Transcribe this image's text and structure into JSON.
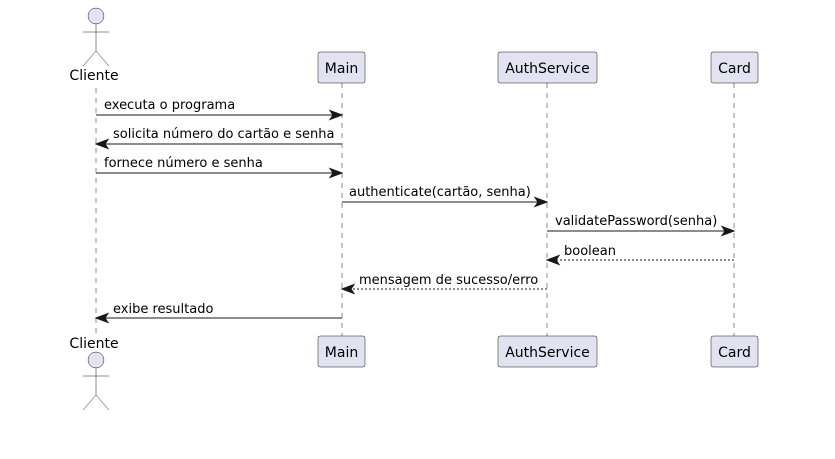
{
  "participants": [
    {
      "id": "cliente",
      "label": "Cliente",
      "kind": "actor"
    },
    {
      "id": "main",
      "label": "Main",
      "kind": "participant"
    },
    {
      "id": "auth",
      "label": "AuthService",
      "kind": "participant"
    },
    {
      "id": "card",
      "label": "Card",
      "kind": "participant"
    }
  ],
  "messages": [
    {
      "from": "cliente",
      "to": "main",
      "label": "executa o programa",
      "style": "solid"
    },
    {
      "from": "main",
      "to": "cliente",
      "label": "solicita número do cartão e senha",
      "style": "solid"
    },
    {
      "from": "cliente",
      "to": "main",
      "label": "fornece número e senha",
      "style": "solid"
    },
    {
      "from": "main",
      "to": "auth",
      "label": "authenticate(cartão, senha)",
      "style": "solid"
    },
    {
      "from": "auth",
      "to": "card",
      "label": "validatePassword(senha)",
      "style": "solid"
    },
    {
      "from": "card",
      "to": "auth",
      "label": "boolean",
      "style": "dashed"
    },
    {
      "from": "auth",
      "to": "main",
      "label": "mensagem de sucesso/erro",
      "style": "dashed"
    },
    {
      "from": "main",
      "to": "cliente",
      "label": "exibe resultado",
      "style": "solid"
    }
  ],
  "colors": {
    "participant_fill": "#E2E2F0",
    "line": "#181818",
    "text": "#000000"
  }
}
